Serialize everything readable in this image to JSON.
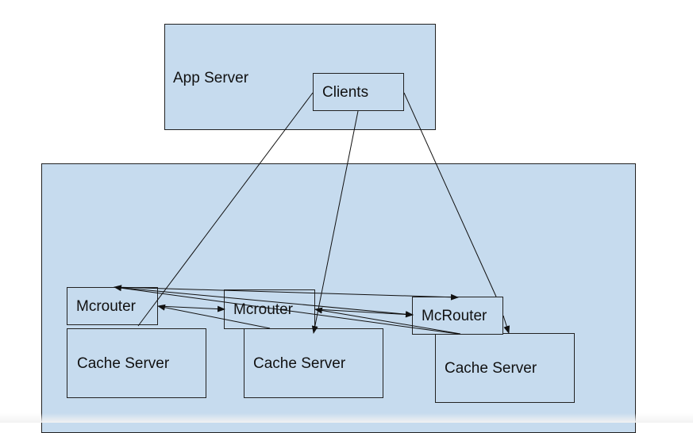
{
  "diagram": {
    "app_server": {
      "label": "App Server"
    },
    "clients": {
      "label": "Clients"
    },
    "mcrouters": [
      {
        "label": "Mcrouter"
      },
      {
        "label": "Mcrouter"
      },
      {
        "label": "McRouter"
      }
    ],
    "cache_servers": [
      {
        "label": "Cache Server"
      },
      {
        "label": "Cache Server"
      },
      {
        "label": "Cache Server"
      }
    ],
    "colors": {
      "box_fill": "#c6dbee",
      "box_stroke": "#222222",
      "line": "#111111"
    }
  }
}
